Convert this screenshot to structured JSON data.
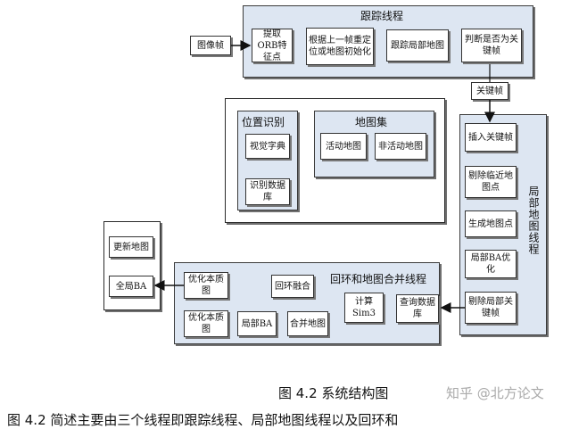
{
  "tracking": {
    "title": "跟踪线程",
    "image_frame": "图像帧",
    "extract_orb": "提取ORB特征点",
    "relocalize": "根据上一帧重定位或地图初始化",
    "track_local_map": "跟踪局部地图",
    "judge_keyframe": "判断是否为关键帧"
  },
  "keyframe_label": "关键帧",
  "place_recognition": {
    "title": "位置识别",
    "vocabulary": "视觉字典",
    "database": "识别数据库"
  },
  "atlas": {
    "title": "地图集",
    "active_map": "活动地图",
    "inactive_map": "非活动地图"
  },
  "local_mapping": {
    "title": "局部地图线程",
    "insert_keyframe": "插入关键帧",
    "cull_points": "剔除临近地图点",
    "create_points": "生成地图点",
    "local_ba": "局部BA优化",
    "cull_keyframes": "剔除局部关键帧"
  },
  "loop_merge": {
    "title": "回环和地图合并线程",
    "optimize_essential_1": "优化本质图",
    "loop_fusion": "回环融合",
    "compute_sim3": "计算Sim3",
    "query_db": "查询数据库",
    "optimize_essential_2": "优化本质图",
    "local_ba": "局部BA",
    "merge_maps": "合并地图"
  },
  "global": {
    "update_map": "更新地图",
    "full_ba": "全局BA"
  },
  "caption": "图 4.2 系统结构图",
  "watermark": "知乎 @北方论文",
  "cutoff_text": "图 4.2    简述主要由三个线程即跟踪线程、局部地图线程以及回环和"
}
